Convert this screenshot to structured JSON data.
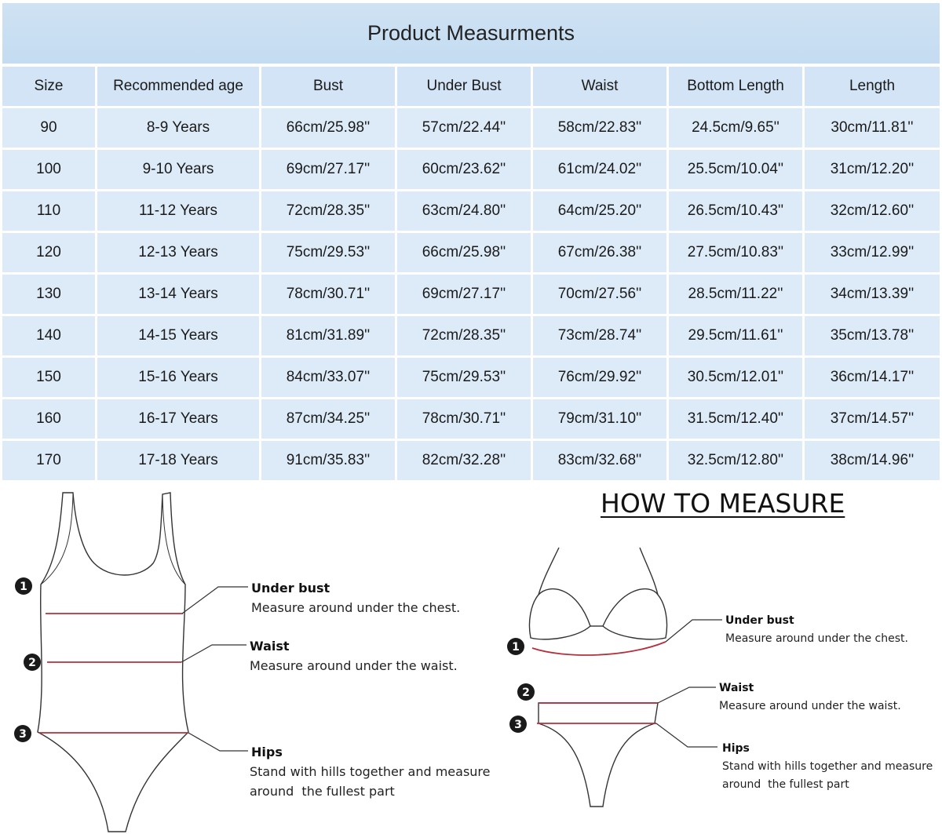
{
  "table": {
    "title": "Product Measurments",
    "headers": [
      "Size",
      "Recommended age",
      "Bust",
      "Under Bust",
      "Waist",
      "Bottom Length",
      "Length"
    ],
    "rows": [
      [
        "90",
        "8-9 Years",
        "66cm/25.98''",
        "57cm/22.44''",
        "58cm/22.83''",
        "24.5cm/9.65''",
        "30cm/11.81''"
      ],
      [
        "100",
        "9-10 Years",
        "69cm/27.17''",
        "60cm/23.62''",
        "61cm/24.02''",
        "25.5cm/10.04''",
        "31cm/12.20''"
      ],
      [
        "110",
        "11-12 Years",
        "72cm/28.35''",
        "63cm/24.80''",
        "64cm/25.20''",
        "26.5cm/10.43''",
        "32cm/12.60''"
      ],
      [
        "120",
        "12-13 Years",
        "75cm/29.53''",
        "66cm/25.98''",
        "67cm/26.38''",
        "27.5cm/10.83''",
        "33cm/12.99''"
      ],
      [
        "130",
        "13-14 Years",
        "78cm/30.71''",
        "69cm/27.17''",
        "70cm/27.56''",
        "28.5cm/11.22''",
        "34cm/13.39''"
      ],
      [
        "140",
        "14-15 Years",
        "81cm/31.89''",
        "72cm/28.35''",
        "73cm/28.74''",
        "29.5cm/11.61''",
        "35cm/13.78''"
      ],
      [
        "150",
        "15-16 Years",
        "84cm/33.07''",
        "75cm/29.53''",
        "76cm/29.92''",
        "30.5cm/12.01''",
        "36cm/14.17''"
      ],
      [
        "160",
        "16-17 Years",
        "87cm/34.25''",
        "78cm/30.71''",
        "79cm/31.10''",
        "31.5cm/12.40''",
        "37cm/14.57''"
      ],
      [
        "170",
        "17-18 Years",
        "91cm/35.83''",
        "82cm/32.28''",
        "83cm/32.68''",
        "32.5cm/12.80''",
        "38cm/14.96''"
      ]
    ]
  },
  "how_to": {
    "title": "HOW TO MEASURE",
    "markers": [
      "1",
      "2",
      "3"
    ],
    "under_bust": {
      "label": "Under bust",
      "desc": "Measure around under the chest."
    },
    "waist": {
      "label": "Waist",
      "desc": "Measure around under the waist."
    },
    "hips": {
      "label": "Hips",
      "desc_line1": "Stand with hills together and measure",
      "desc_line2": "around  the fullest part"
    }
  },
  "colors": {
    "title_bg": "#c9dff2",
    "cell_bg": "#ddebf8",
    "measure_line": "#b5303c",
    "outline": "#333333"
  }
}
